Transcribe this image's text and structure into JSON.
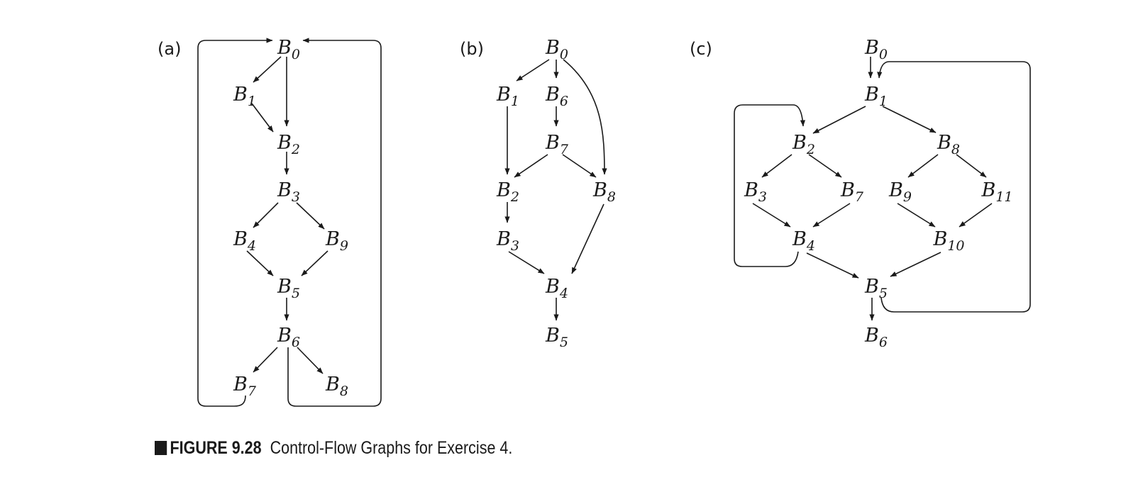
{
  "caption": {
    "marker": "■",
    "number": "FIGURE 9.28",
    "text": "Control-Flow Graphs for Exercise 4."
  },
  "panels": [
    {
      "label": "(a)",
      "nodes": [
        {
          "id": "B0",
          "base": "B",
          "sub": "0"
        },
        {
          "id": "B1",
          "base": "B",
          "sub": "1"
        },
        {
          "id": "B2",
          "base": "B",
          "sub": "2"
        },
        {
          "id": "B3",
          "base": "B",
          "sub": "3"
        },
        {
          "id": "B4",
          "base": "B",
          "sub": "4"
        },
        {
          "id": "B9",
          "base": "B",
          "sub": "9"
        },
        {
          "id": "B5",
          "base": "B",
          "sub": "5"
        },
        {
          "id": "B6",
          "base": "B",
          "sub": "6"
        },
        {
          "id": "B7",
          "base": "B",
          "sub": "7"
        },
        {
          "id": "B8",
          "base": "B",
          "sub": "8"
        }
      ],
      "edges": [
        [
          "B0",
          "B1"
        ],
        [
          "B0",
          "B2"
        ],
        [
          "B1",
          "B2"
        ],
        [
          "B2",
          "B3"
        ],
        [
          "B3",
          "B4"
        ],
        [
          "B3",
          "B9"
        ],
        [
          "B4",
          "B5"
        ],
        [
          "B9",
          "B5"
        ],
        [
          "B5",
          "B6"
        ],
        [
          "B6",
          "B7"
        ],
        [
          "B6",
          "B8"
        ],
        [
          "B7",
          "B0"
        ],
        [
          "B6",
          "B0"
        ]
      ]
    },
    {
      "label": "(b)",
      "nodes": [
        {
          "id": "B0",
          "base": "B",
          "sub": "0"
        },
        {
          "id": "B1",
          "base": "B",
          "sub": "1"
        },
        {
          "id": "B6",
          "base": "B",
          "sub": "6"
        },
        {
          "id": "B7",
          "base": "B",
          "sub": "7"
        },
        {
          "id": "B2",
          "base": "B",
          "sub": "2"
        },
        {
          "id": "B8",
          "base": "B",
          "sub": "8"
        },
        {
          "id": "B3",
          "base": "B",
          "sub": "3"
        },
        {
          "id": "B4",
          "base": "B",
          "sub": "4"
        },
        {
          "id": "B5",
          "base": "B",
          "sub": "5"
        }
      ],
      "edges": [
        [
          "B0",
          "B1"
        ],
        [
          "B0",
          "B6"
        ],
        [
          "B0",
          "B8"
        ],
        [
          "B1",
          "B2"
        ],
        [
          "B6",
          "B7"
        ],
        [
          "B7",
          "B2"
        ],
        [
          "B7",
          "B8"
        ],
        [
          "B2",
          "B3"
        ],
        [
          "B3",
          "B4"
        ],
        [
          "B8",
          "B4"
        ],
        [
          "B4",
          "B5"
        ]
      ]
    },
    {
      "label": "(c)",
      "nodes": [
        {
          "id": "B0",
          "base": "B",
          "sub": "0"
        },
        {
          "id": "B1",
          "base": "B",
          "sub": "1"
        },
        {
          "id": "B2",
          "base": "B",
          "sub": "2"
        },
        {
          "id": "B8",
          "base": "B",
          "sub": "8"
        },
        {
          "id": "B3",
          "base": "B",
          "sub": "3"
        },
        {
          "id": "B7",
          "base": "B",
          "sub": "7"
        },
        {
          "id": "B9",
          "base": "B",
          "sub": "9"
        },
        {
          "id": "B11",
          "base": "B",
          "sub": "11"
        },
        {
          "id": "B4",
          "base": "B",
          "sub": "4"
        },
        {
          "id": "B10",
          "base": "B",
          "sub": "10"
        },
        {
          "id": "B5",
          "base": "B",
          "sub": "5"
        },
        {
          "id": "B6",
          "base": "B",
          "sub": "6"
        }
      ],
      "edges": [
        [
          "B0",
          "B1"
        ],
        [
          "B1",
          "B2"
        ],
        [
          "B1",
          "B8"
        ],
        [
          "B2",
          "B3"
        ],
        [
          "B2",
          "B7"
        ],
        [
          "B8",
          "B9"
        ],
        [
          "B8",
          "B11"
        ],
        [
          "B3",
          "B4"
        ],
        [
          "B7",
          "B4"
        ],
        [
          "B9",
          "B10"
        ],
        [
          "B11",
          "B10"
        ],
        [
          "B4",
          "B5"
        ],
        [
          "B10",
          "B5"
        ],
        [
          "B4",
          "B2"
        ],
        [
          "B5",
          "B1"
        ],
        [
          "B5",
          "B6"
        ]
      ]
    }
  ]
}
